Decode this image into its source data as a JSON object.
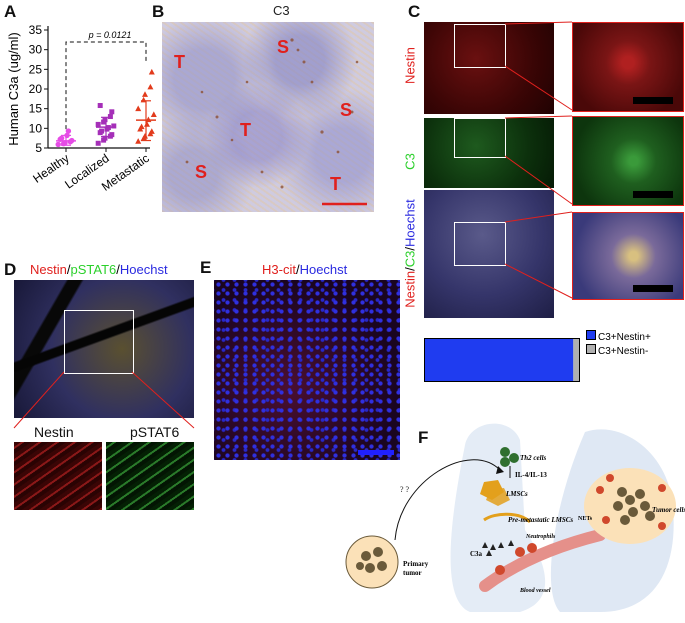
{
  "panels": {
    "A": {
      "label": "A"
    },
    "B": {
      "label": "B",
      "title": "C3",
      "region_labels": [
        "T",
        "S",
        "T",
        "S",
        "S",
        "T"
      ]
    },
    "C": {
      "label": "C",
      "rows": [
        "Nestin",
        "C3"
      ],
      "merge_parts": [
        "Nestin",
        "/",
        "C3",
        "/",
        "Hoechst"
      ],
      "legend": [
        {
          "label": "C3+Nestin+",
          "color": "#1f3cf0"
        },
        {
          "label": "C3+Nestin-",
          "color": "#b0b0b0"
        }
      ],
      "bar_fraction_double_positive": 0.96
    },
    "D": {
      "label": "D",
      "title_parts": [
        "Nestin",
        "/",
        "pSTAT6",
        "/",
        "Hoechst"
      ],
      "sub_labels": [
        "Nestin",
        "pSTAT6"
      ]
    },
    "E": {
      "label": "E",
      "title_parts": [
        "H3-cit",
        "/",
        "Hoechst"
      ]
    },
    "F": {
      "label": "F",
      "texts": {
        "th2": "Th2 cells",
        "il": "IL-4/IL-13",
        "lmsc": "LMSCs",
        "pre": "Pre-metastatic LMSCs",
        "neut": "Neutrophils",
        "c3a": "C3a",
        "vessel": "Blood vessel",
        "nets": "NETs",
        "tumor_cells": "Tumor cells",
        "primary": "Primary",
        "tumor": "tumor",
        "q": "? ?"
      }
    }
  },
  "chart_data": {
    "type": "scatter",
    "categories": [
      "Healthy",
      "Localized",
      "Metastatic"
    ],
    "ylabel": "Human C3a (ug/ml)",
    "ylim": [
      5,
      35
    ],
    "yticks": [
      5,
      10,
      15,
      20,
      25,
      30,
      35
    ],
    "annotation": "p = 0.0121",
    "series": [
      {
        "category": "Healthy",
        "color": "#e64ce6",
        "marker": "circle",
        "values": [
          5.9,
          6.1,
          6.3,
          6.6,
          6.9,
          7.2,
          7.5,
          8.2,
          9.3
        ],
        "mean": 6.8,
        "sd_low": 5.7,
        "sd_high": 8.2
      },
      {
        "category": "Localized",
        "color": "#a52fb8",
        "marker": "square",
        "values": [
          6.2,
          7.0,
          7.5,
          8.0,
          8.4,
          8.9,
          9.3,
          9.8,
          10.2,
          10.6,
          11.0,
          11.6,
          12.2,
          13.0,
          14.2,
          15.8
        ],
        "mean": 10.3,
        "sd_low": 7.9,
        "sd_high": 12.8
      },
      {
        "category": "Metastatic",
        "color": "#e23b1c",
        "marker": "triangle",
        "values": [
          6.7,
          7.4,
          8.0,
          8.6,
          9.2,
          9.8,
          10.4,
          11.0,
          12.2,
          13.5,
          15.0,
          17.2,
          18.6,
          20.5,
          24.3
        ],
        "mean": 12.1,
        "sd_low": 6.9,
        "sd_high": 17.0
      }
    ]
  }
}
